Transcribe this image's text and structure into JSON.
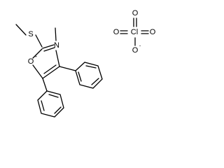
{
  "cation": {
    "name": "3-methyl-2-methylsulfanyl-4,5-diphenyl-1,3-oxazol-3-ium",
    "atoms": {
      "S": "S",
      "N": "N",
      "O": "O",
      "O_charge": "+"
    }
  },
  "anion": {
    "name": "perchlorate",
    "atoms": {
      "Cl": "Cl",
      "O_top": "O",
      "O_left": "O",
      "O_right": "O",
      "O_bottom": "O",
      "O_bottom_charge": "-"
    }
  },
  "colors": {
    "bond": "#000000",
    "text": "#000000",
    "background": "#ffffff"
  }
}
